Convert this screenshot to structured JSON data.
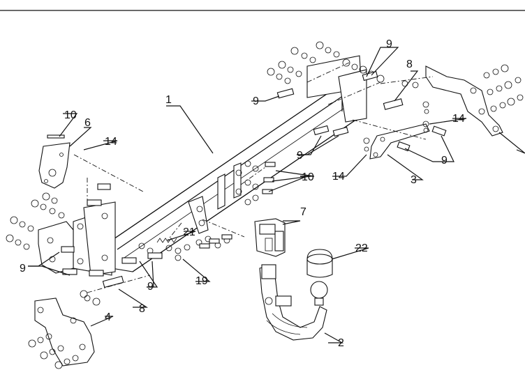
{
  "labels": {
    "p1": "1",
    "p2": "2",
    "p3": "3",
    "p4": "4",
    "p6": "6",
    "p7": "7",
    "p8a": "8",
    "p8b": "8",
    "p9a": "9",
    "p9b": "9",
    "p9c": "9",
    "p9d": "9",
    "p9e": "9",
    "p9f": "9",
    "p10a": "10",
    "p10b": "10",
    "p14a": "14",
    "p14b": "14",
    "p14c": "14",
    "p19": "19",
    "p21": "21",
    "p22": "22"
  }
}
